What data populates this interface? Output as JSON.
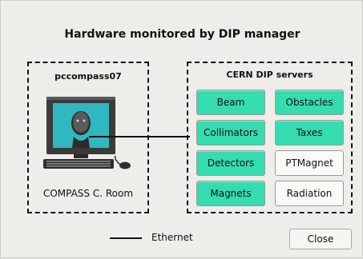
{
  "window": {
    "title": "Hardware monitored by DIP manager"
  },
  "local_group": {
    "title": "pccompass07",
    "computer_caption": "COMPASS C. Room"
  },
  "servers_group": {
    "title": "CERN DIP servers",
    "items": [
      {
        "label": "Beam",
        "status": "active"
      },
      {
        "label": "Obstacles",
        "status": "active"
      },
      {
        "label": "Collimators",
        "status": "active"
      },
      {
        "label": "Taxes",
        "status": "active"
      },
      {
        "label": "Detectors",
        "status": "active"
      },
      {
        "label": "PTMagnet",
        "status": "inactive"
      },
      {
        "label": "Magnets",
        "status": "active"
      },
      {
        "label": "Radiation",
        "status": "inactive"
      }
    ]
  },
  "legend": {
    "ethernet_label": "Ethernet"
  },
  "buttons": {
    "close_label": "Close"
  },
  "colors": {
    "active": "#35dcb0",
    "inactive": "#fafaf8"
  }
}
